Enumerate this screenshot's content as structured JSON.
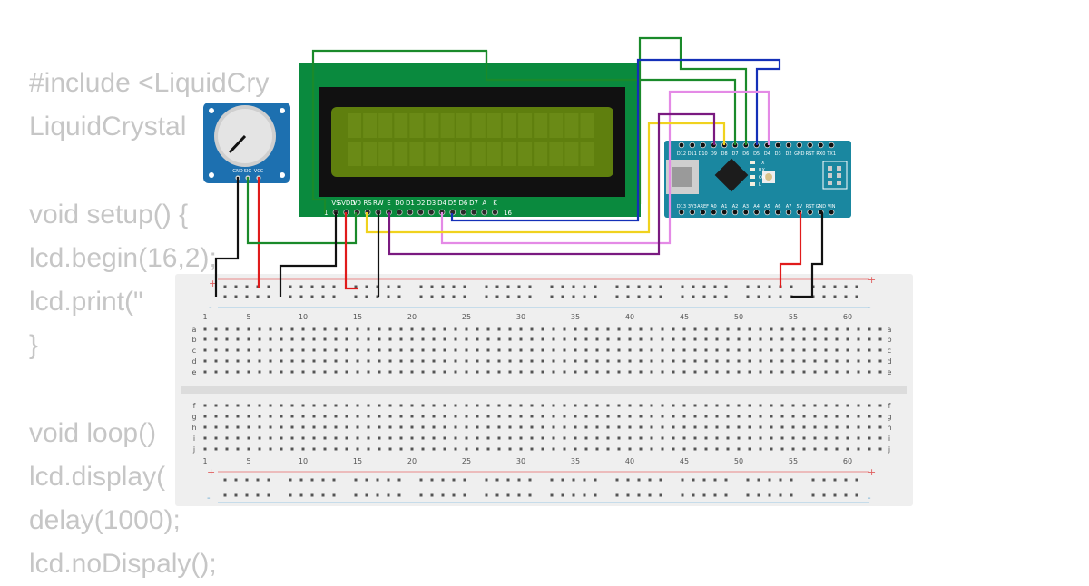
{
  "code_lines": [
    "#include <LiquidCry",
    "LiquidCrystal",
    "",
    "void setup() {",
    "lcd.begin(16,2);",
    "lcd.print(\"",
    "}",
    "",
    "void loop()",
    "lcd.display(",
    "delay(1000);",
    "lcd.noDispaly();"
  ],
  "lcd": {
    "pin_labels": [
      "VS",
      "SVDD",
      "V0",
      "RS",
      "RW",
      "E",
      "D0",
      "D1",
      "D2",
      "D3",
      "D4",
      "D5",
      "D6",
      "D7",
      "A",
      "K"
    ],
    "pin_first": "1",
    "pin_last": "16",
    "colors": {
      "board": "#0a8a3e",
      "bezel": "#111111",
      "screen": "#5f7f0e",
      "cell": "#6a8a16"
    }
  },
  "pot": {
    "pin_labels": [
      "GND",
      "SIG",
      "VCC"
    ],
    "colors": {
      "board": "#1d70b0",
      "knob": "#e4e4e4"
    }
  },
  "nano": {
    "top_labels": [
      "D12",
      "D11",
      "D10",
      "D9",
      "D8",
      "D7",
      "D6",
      "D5",
      "D4",
      "D3",
      "D2",
      "GND",
      "RST",
      "RX0",
      "TX1"
    ],
    "bottom_labels": [
      "D13",
      "3V3",
      "AREF",
      "A0",
      "A1",
      "A2",
      "A3",
      "A4",
      "A5",
      "A6",
      "A7",
      "5V",
      "RST",
      "GND",
      "VIN"
    ],
    "side_labels": [
      "TX",
      "RX",
      "ON",
      "L"
    ],
    "colors": {
      "board": "#1a87a0",
      "chip": "#1c1c1c"
    }
  },
  "breadboard": {
    "columns": [
      "1",
      "5",
      "10",
      "15",
      "20",
      "25",
      "30",
      "35",
      "40",
      "45",
      "50",
      "55",
      "60"
    ],
    "rows_top": [
      "a",
      "b",
      "c",
      "d",
      "e"
    ],
    "rows_bottom": [
      "f",
      "g",
      "h",
      "i",
      "j"
    ],
    "plus_sign": "+",
    "minus_sign": "-",
    "colors": {
      "body": "#efefef",
      "hole": "#555555",
      "red_rail": "#e88a8a",
      "blue_rail": "#9cc8e6"
    }
  },
  "wire_colors": {
    "black": "#111111",
    "red": "#e01b1b",
    "green": "#1a8a2a",
    "blue": "#1430b8",
    "yellow": "#f0d21e",
    "pink": "#e48ae6",
    "purple": "#7a1a80"
  }
}
